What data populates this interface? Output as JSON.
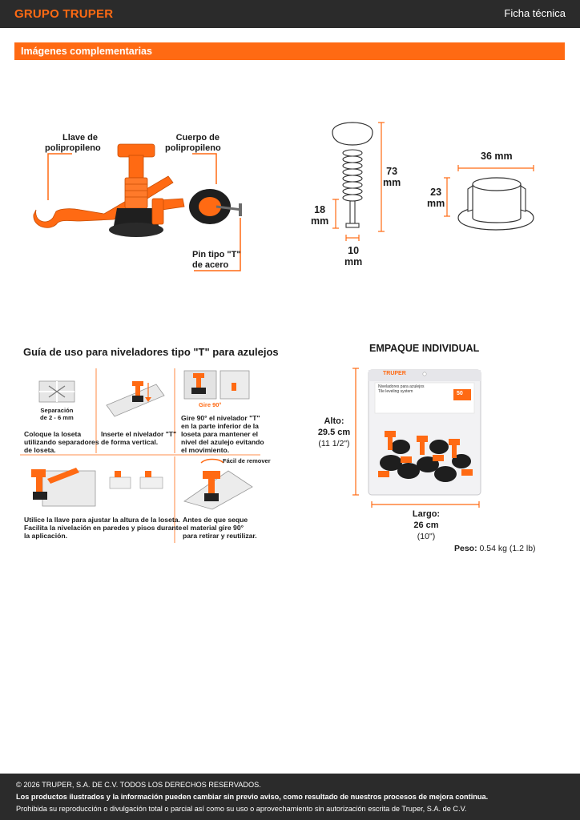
{
  "header": {
    "logo": "GRUPO TRUPER",
    "doc_type": "Ficha técnica"
  },
  "section": {
    "title": "Imágenes complementarias"
  },
  "product_callouts": {
    "key_line1": "Llave de",
    "key_line2": "polipropileno",
    "body_line1": "Cuerpo de",
    "body_line2": "polipropileno",
    "pin_line1": "Pin tipo \"T\"",
    "pin_line2": "de acero"
  },
  "dimensions": {
    "height_value": "73",
    "height_unit": "mm",
    "pin_value": "18",
    "pin_unit": "mm",
    "pin_width_value": "10",
    "pin_width_unit": "mm",
    "base_width": "36 mm",
    "base_height_value": "23",
    "base_height_unit": "mm"
  },
  "guide": {
    "title": "Guía de uso para niveladores tipo \"T\" para azulejos",
    "separation_line1": "Separación",
    "separation_line2": "de 2 - 6 mm",
    "step1_line1": "Coloque la  loseta",
    "step1_line2": "utilizando separadores",
    "step1_line3": "de loseta.",
    "step2_line1": "Inserte el nivelador \"T\"",
    "step2_line2": "de forma vertical.",
    "rotate_label": "Gire 90°",
    "step3_line1": "Gire 90° el nivelador \"T\"",
    "step3_line2": "en la parte inferior de la",
    "step3_line3": "loseta para mantener el",
    "step3_line4": "nivel del azulejo evitando",
    "step3_line5": "el movimiento.",
    "easy_remove": "Fácil de remover",
    "step4_line1": "Utilice la llave para ajustar la altura de la loseta.",
    "step4_line2": "Facilita la nivelación en paredes y pisos durante",
    "step4_line3": "la aplicación.",
    "step5_line1": "Antes de que seque",
    "step5_line2": "el material gire 90°",
    "step5_line3": "para retirar y reutilizar."
  },
  "package": {
    "title": "EMPAQUE INDIVIDUAL",
    "height_label": "Alto:",
    "height_value": "29.5 cm",
    "height_inches": "(11 1/2\")",
    "length_label": "Largo:",
    "length_value": "26 cm",
    "length_inches": "(10\")",
    "weight_label": "Peso:",
    "weight_value": "0.54 kg (1.2 lb)",
    "bag_brand": "TRUPER",
    "bag_line1": "Niveladores para azulejos",
    "bag_line2": "Tile leveling system",
    "bag_count": "50"
  },
  "footer": {
    "copyright": "© 2026 TRUPER, S.A. DE C.V. TODOS LOS DERECHOS RESERVADOS.",
    "notice": "Los productos ilustrados y la información pueden cambiar sin previo aviso, como resultado de nuestros procesos de mejora continua.",
    "prohibition": "Prohibida su reproducción o divulgación total o parcial así como su uso o aprovechamiento sin autorización escrita de Truper, S.A. de C.V."
  },
  "colors": {
    "accent": "#ff6a13",
    "header_bg": "#2b2b2b"
  }
}
